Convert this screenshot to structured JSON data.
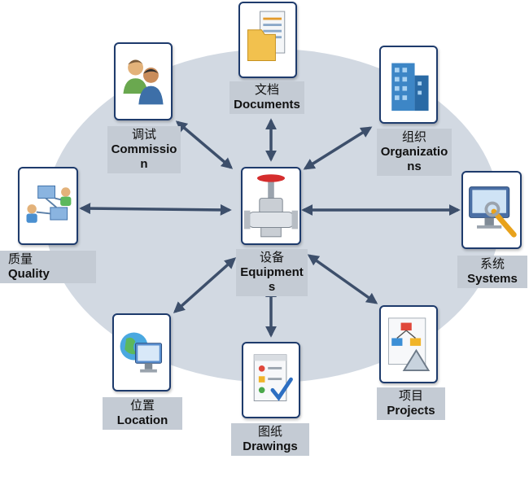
{
  "center": {
    "zh": "设备",
    "en": "Equipments",
    "icon": "valve-icon"
  },
  "nodes": {
    "documents": {
      "zh": "文档",
      "en": "Documents",
      "icon": "documents-folder-icon"
    },
    "organizations": {
      "zh": "组织",
      "en": "Organizations",
      "icon": "building-icon"
    },
    "systems": {
      "zh": "系统",
      "en": "Systems",
      "icon": "monitor-wrench-icon"
    },
    "projects": {
      "zh": "项目",
      "en": "Projects",
      "icon": "flowchart-icon"
    },
    "drawings": {
      "zh": "图纸",
      "en": "Drawings",
      "icon": "drawing-document-icon"
    },
    "location": {
      "zh": "位置",
      "en": "Location",
      "icon": "globe-monitor-icon"
    },
    "quality": {
      "zh": "质量",
      "en": "Quality",
      "icon": "network-users-icon"
    },
    "commission": {
      "zh": "调试",
      "en": "Commission",
      "icon": "people-icon"
    }
  },
  "colors": {
    "ellipse": "#d2d9e2",
    "arrow": "#3d4f6b",
    "label_bg": "#c4cbd4",
    "border": "#1e3b6c"
  }
}
